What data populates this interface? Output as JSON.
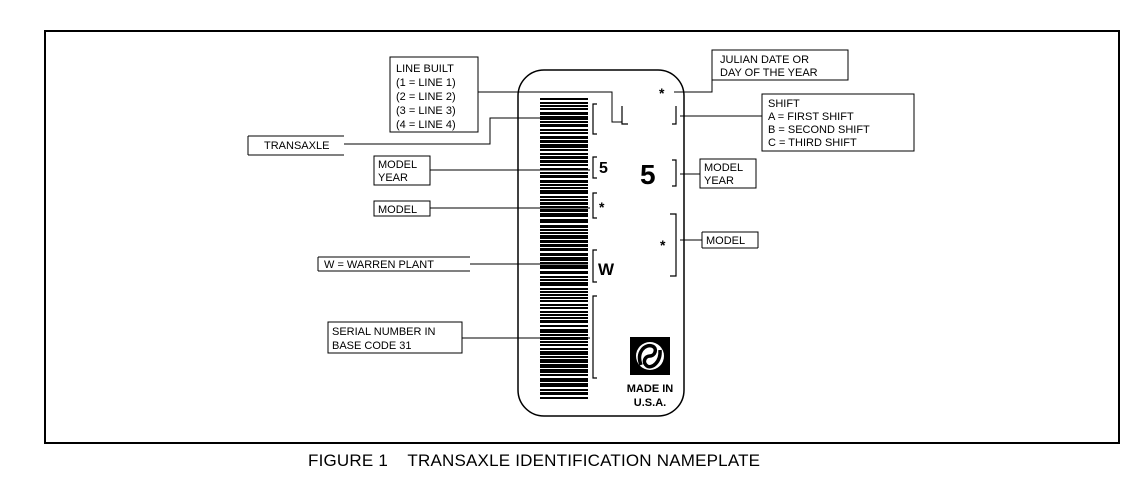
{
  "line_built": {
    "title": "LINE BUILT",
    "lines": [
      "(1  =  LINE 1)",
      "(2  =  LINE 2)",
      "(3  =  LINE 3)",
      "(4  =  LINE 4)"
    ]
  },
  "julian_date": {
    "lines": [
      "JULIAN DATE OR",
      "DAY OF THE YEAR"
    ]
  },
  "shift": {
    "title": "SHIFT",
    "lines": [
      "A  =  FIRST SHIFT",
      "B  =  SECOND SHIFT",
      "C  =  THIRD SHIFT"
    ]
  },
  "transaxle_label": "TRANSAXLE",
  "model_year_left": {
    "lines": [
      "MODEL",
      "YEAR"
    ]
  },
  "model_year_right": {
    "lines": [
      "MODEL",
      "YEAR"
    ]
  },
  "model_left": "MODEL",
  "model_right": "MODEL",
  "warren_label": "W  =  WARREN PLANT",
  "serial_label": {
    "lines": [
      "SERIAL NUMBER IN",
      "BASE CODE 31"
    ]
  },
  "plate": {
    "year_small": "5",
    "year_big": "5",
    "plant_code": "W",
    "asterisk_1": "*",
    "asterisk_2": "*",
    "asterisk_3": "*",
    "made_in": [
      "MADE IN",
      "U.S.A."
    ]
  },
  "caption": "FIGURE 1    TRANSAXLE IDENTIFICATION NAMEPLATE"
}
